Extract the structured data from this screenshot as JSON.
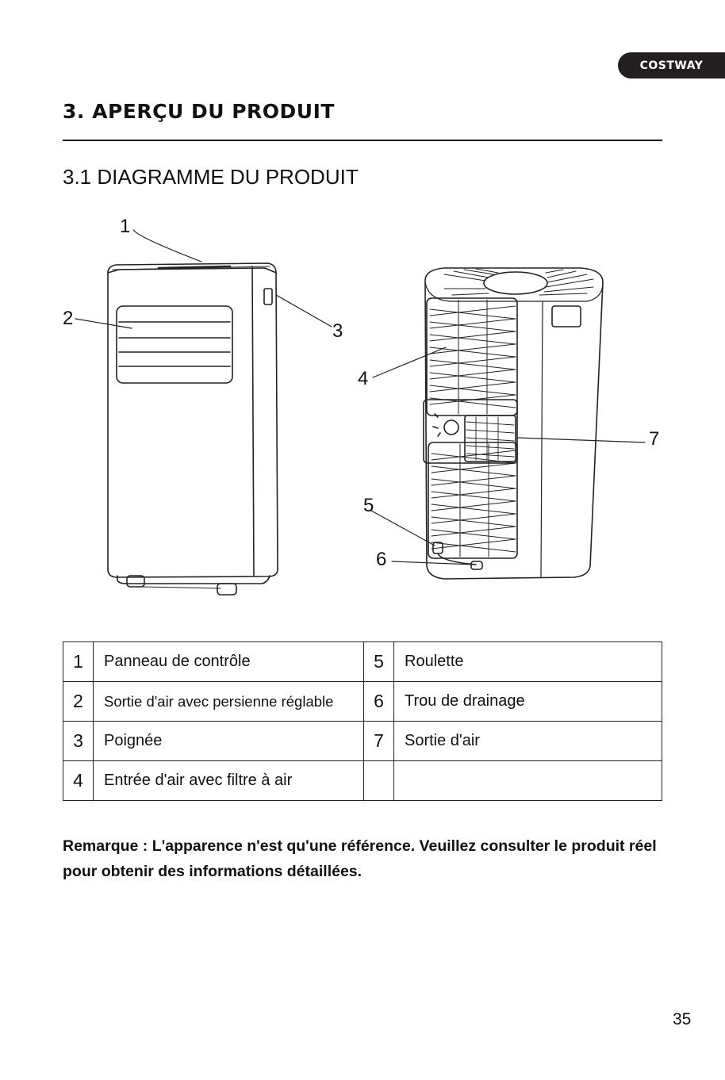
{
  "brand": "COSTWAY",
  "section_title": "3. APERÇU DU PRODUIT",
  "subsection_title": "3.1 DIAGRAMME DU PRODUIT",
  "callouts": [
    "1",
    "2",
    "3",
    "4",
    "5",
    "6",
    "7"
  ],
  "legend": [
    {
      "left_num": "1",
      "left_label": "Panneau de contrôle",
      "right_num": "5",
      "right_label": "Roulette"
    },
    {
      "left_num": "2",
      "left_label": "Sortie d'air avec persienne réglable",
      "right_num": "6",
      "right_label": "Trou de drainage"
    },
    {
      "left_num": "3",
      "left_label": "Poignée",
      "right_num": "7",
      "right_label": "Sortie d'air"
    },
    {
      "left_num": "4",
      "left_label": "Entrée d'air avec filtre à air",
      "right_num": "",
      "right_label": ""
    }
  ],
  "note": "Remarque : L'apparence n'est qu'une référence. Veuillez consulter le produit réel pour obtenir des informations détaillées.",
  "page_number": "35",
  "colors": {
    "badge_bg": "#231f20",
    "text": "#111111"
  }
}
